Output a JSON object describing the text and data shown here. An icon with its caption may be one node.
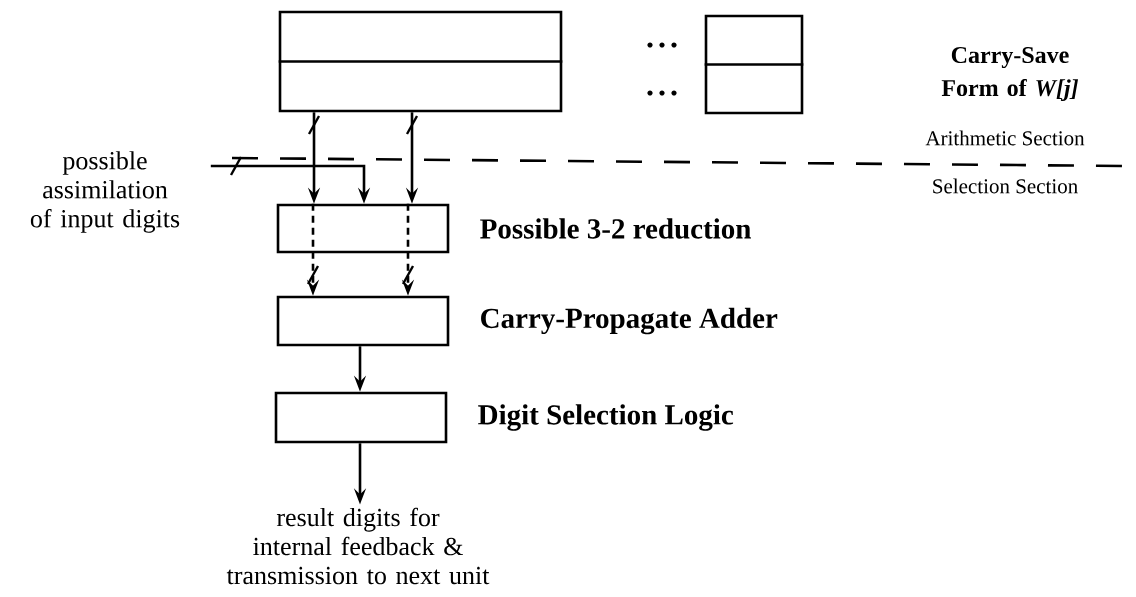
{
  "diagram": {
    "nodes": [
      {
        "text": [],
        "shape": "box"
      },
      {
        "text": [],
        "shape": "box"
      },
      {
        "text": [
          "possible assimilation of input digits"
        ]
      },
      {
        "text": [
          "Possible 3-2 reduction"
        ]
      },
      {
        "text": [
          "Carry-Propagate Adder"
        ]
      },
      {
        "text": [
          "Digit Selection Logic"
        ]
      },
      {
        "text": [
          "result digits for internal feedback & transmission to next unit"
        ]
      }
    ],
    "edges": [
      {
        "from": 0,
        "to": 3,
        "arrow": "to"
      },
      {
        "from": 0,
        "to": 3,
        "arrow": "to"
      },
      {
        "from": 2,
        "to": 3,
        "arrow": "to"
      },
      {
        "from": 3,
        "to": 4,
        "arrow": "to",
        "style": "dashed"
      },
      {
        "from": 3,
        "to": 4,
        "arrow": "to",
        "style": "dashed"
      },
      {
        "from": 4,
        "to": 5,
        "arrow": "to"
      },
      {
        "from": 5,
        "to": 6,
        "arrow": "to"
      }
    ],
    "labels": [
      "Carry-Save Form of *W[j]*",
      "Arithmetic Section",
      "Selection Section"
    ]
  }
}
